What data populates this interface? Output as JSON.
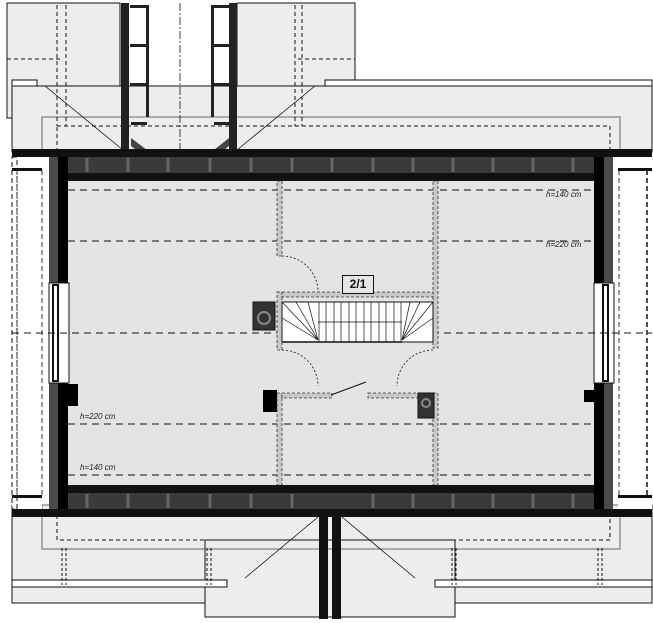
{
  "drawing": {
    "type": "attic floor plan",
    "room_label": "2/1",
    "height_labels": [
      {
        "id": "top-right-140",
        "text": "h=140 cm"
      },
      {
        "id": "top-right-220",
        "text": "h=220 cm"
      },
      {
        "id": "bottom-left-220",
        "text": "h=220 cm"
      },
      {
        "id": "bottom-left-140",
        "text": "h=140 cm"
      }
    ],
    "elements": {
      "stairs": "winding stair",
      "chimneys": 2,
      "roof_windows": 2,
      "dormers": [
        "north-left",
        "north-right",
        "south-left",
        "south-right"
      ]
    },
    "colors": {
      "floor": "#e4e4e4",
      "wall": "#111111",
      "wall_mid": "#3a3a3a",
      "roof_overhang": "#eeeeee",
      "background": "#ffffff"
    }
  }
}
